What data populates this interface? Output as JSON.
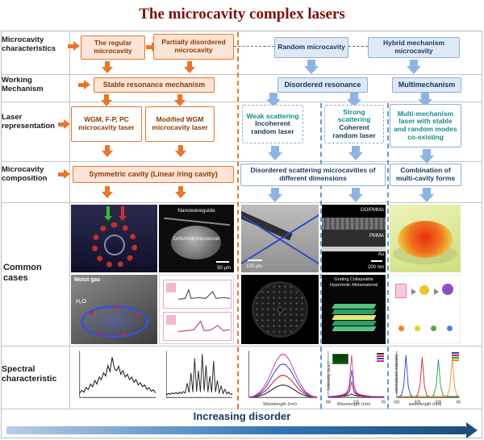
{
  "title": "The microcavity complex lasers",
  "rows": {
    "characteristics": "Microcavity characteristics",
    "mechanism": "Working Mechanism",
    "representation": "Laser representation",
    "composition": "Microcavity composition",
    "cases": "Common cases",
    "spectral": "Spectral characteristic"
  },
  "characteristics": {
    "regular": "The regular microcavity",
    "partial": "Partially disordered microcavity",
    "random": "Random microcavity",
    "hybrid": "Hybrid mechanism microcavity"
  },
  "mechanism": {
    "stable": "Stable resonance mechanism",
    "disordered": "Disordered resonance",
    "multi": "Multimechanism"
  },
  "representation": {
    "wgm": "WGM, F-P, PC microcavity laser",
    "modified": "Modified WGM microcavity laser",
    "weak_title": "Weak scattering",
    "weak_sub": "Incoherent random laser",
    "strong_title": "Strong scattering",
    "strong_sub": "Coherent random laser",
    "multi": "Multi-mechanism laser with stable and random modes co-existing"
  },
  "composition": {
    "symmetric": "Symmetric cavity (Linear /ring cavity)",
    "disordered": "Disordered scattering microcavities of different dimensions",
    "combination": "Combination of multi-cavity forms"
  },
  "cases": {
    "moist_gas": "Moist gas",
    "h2o": "H₂O",
    "nanowaveguide": "Nanowaveguide",
    "deformed": "Deformed microtoroid",
    "scale_50um": "50 μm",
    "scale_100um": "100 μm",
    "go_pmma": "GO/PMMA",
    "pmma": "PMMA",
    "au": "Au",
    "scale_200nm": "200 nm",
    "grating": "Grating Collapsable Hyperbolic Metamaterial"
  },
  "spectra": [
    {
      "series": [
        {
          "color": "#222222",
          "values": [
            0.1,
            0.16,
            0.12,
            0.22,
            0.18,
            0.3,
            0.24,
            0.38,
            0.3,
            0.46,
            0.4,
            0.55,
            0.48,
            0.72,
            0.58,
            0.9,
            0.66,
            0.6,
            0.7,
            0.52,
            0.6,
            0.46,
            0.52,
            0.4,
            0.46,
            0.34,
            0.4,
            0.28,
            0.33,
            0.24,
            0.28,
            0.18,
            0.22,
            0.14,
            0.17,
            0.1
          ]
        }
      ]
    },
    {
      "series": [
        {
          "color": "#222222",
          "values": [
            0.06,
            0.09,
            0.07,
            0.1,
            0.08,
            0.11,
            0.08,
            0.12,
            0.09,
            0.13,
            0.1,
            0.32,
            0.11,
            0.55,
            0.12,
            0.88,
            0.13,
            0.6,
            0.12,
            0.97,
            0.14,
            0.72,
            0.12,
            0.48,
            0.11,
            0.82,
            0.12,
            0.38,
            0.1,
            0.26,
            0.09,
            0.18,
            0.08,
            0.12,
            0.07,
            0.08
          ]
        }
      ]
    },
    {
      "xlabel": "Wavelength (nm)",
      "series": [
        {
          "color": "#303030",
          "values": [
            0.0,
            0.01,
            0.01,
            0.02,
            0.04,
            0.06,
            0.09,
            0.13,
            0.17,
            0.21,
            0.25,
            0.27,
            0.28,
            0.27,
            0.25,
            0.21,
            0.17,
            0.13,
            0.09,
            0.06,
            0.04,
            0.02,
            0.01,
            0.01,
            0.0
          ]
        },
        {
          "color": "#d42020",
          "values": [
            0.01,
            0.01,
            0.02,
            0.04,
            0.07,
            0.11,
            0.16,
            0.23,
            0.3,
            0.38,
            0.44,
            0.48,
            0.5,
            0.48,
            0.44,
            0.38,
            0.3,
            0.23,
            0.16,
            0.11,
            0.07,
            0.04,
            0.02,
            0.01,
            0.01
          ]
        },
        {
          "color": "#3050d0",
          "values": [
            0.01,
            0.02,
            0.03,
            0.06,
            0.1,
            0.16,
            0.24,
            0.34,
            0.45,
            0.57,
            0.66,
            0.73,
            0.75,
            0.73,
            0.66,
            0.57,
            0.45,
            0.34,
            0.24,
            0.16,
            0.1,
            0.06,
            0.03,
            0.02,
            0.01
          ]
        },
        {
          "color": "#d040c0",
          "values": [
            0.01,
            0.02,
            0.04,
            0.08,
            0.13,
            0.21,
            0.32,
            0.44,
            0.59,
            0.73,
            0.86,
            0.94,
            0.97,
            0.94,
            0.86,
            0.73,
            0.59,
            0.44,
            0.32,
            0.21,
            0.13,
            0.08,
            0.04,
            0.02,
            0.01
          ]
        }
      ]
    },
    {
      "xlabel": "Wavelength (nm)",
      "ylabel": "Intensity (a.u.)",
      "xticks": [
        "600",
        "625",
        "650"
      ],
      "series": [
        {
          "color": "#303030",
          "values": [
            0.02,
            0.02,
            0.02,
            0.02,
            0.02,
            0.02,
            0.03,
            0.03,
            0.04,
            0.05,
            0.08,
            0.05,
            0.04,
            0.03,
            0.03,
            0.02,
            0.02,
            0.02,
            0.02,
            0.02,
            0.02,
            0.02,
            0.02,
            0.02,
            0.02
          ]
        },
        {
          "color": "#d42020",
          "values": [
            0.02,
            0.02,
            0.02,
            0.02,
            0.03,
            0.03,
            0.04,
            0.05,
            0.07,
            0.12,
            0.35,
            0.12,
            0.07,
            0.05,
            0.04,
            0.03,
            0.03,
            0.02,
            0.02,
            0.02,
            0.02,
            0.02,
            0.02,
            0.02,
            0.02
          ]
        },
        {
          "color": "#3050d0",
          "values": [
            0.02,
            0.02,
            0.02,
            0.03,
            0.03,
            0.04,
            0.05,
            0.06,
            0.09,
            0.18,
            0.62,
            0.18,
            0.09,
            0.06,
            0.05,
            0.04,
            0.03,
            0.03,
            0.02,
            0.02,
            0.02,
            0.02,
            0.02,
            0.02,
            0.02
          ]
        },
        {
          "color": "#e020a0",
          "values": [
            0.02,
            0.02,
            0.03,
            0.03,
            0.04,
            0.05,
            0.06,
            0.08,
            0.12,
            0.28,
            0.95,
            0.28,
            0.12,
            0.08,
            0.06,
            0.05,
            0.04,
            0.03,
            0.03,
            0.02,
            0.02,
            0.02,
            0.02,
            0.02,
            0.02
          ]
        }
      ]
    },
    {
      "xlabel": "wavelength (nm)",
      "ylabel": "normalized intensity",
      "xticks": [
        "605",
        "620",
        "635",
        "650"
      ],
      "series": [
        {
          "color": "#2040d0",
          "values": [
            0.02,
            0.02,
            0.05,
            0.25,
            0.95,
            0.25,
            0.05,
            0.02,
            0.02,
            0.02,
            0.02,
            0.02,
            0.02,
            0.02,
            0.02,
            0.02,
            0.02,
            0.02,
            0.02,
            0.02,
            0.02,
            0.02,
            0.02,
            0.02,
            0.02,
            0.02,
            0.02,
            0.02
          ]
        },
        {
          "color": "#d42020",
          "values": [
            0.02,
            0.02,
            0.02,
            0.02,
            0.02,
            0.02,
            0.02,
            0.02,
            0.02,
            0.05,
            0.25,
            0.9,
            0.25,
            0.05,
            0.02,
            0.02,
            0.02,
            0.02,
            0.02,
            0.02,
            0.02,
            0.02,
            0.02,
            0.02,
            0.02,
            0.02,
            0.02,
            0.02
          ]
        },
        {
          "color": "#20a040",
          "values": [
            0.02,
            0.02,
            0.02,
            0.02,
            0.02,
            0.02,
            0.02,
            0.02,
            0.02,
            0.02,
            0.02,
            0.02,
            0.02,
            0.02,
            0.02,
            0.02,
            0.05,
            0.25,
            0.85,
            0.25,
            0.05,
            0.02,
            0.02,
            0.02,
            0.02,
            0.02,
            0.02,
            0.02
          ]
        },
        {
          "color": "#f09020",
          "values": [
            0.02,
            0.02,
            0.02,
            0.02,
            0.02,
            0.02,
            0.02,
            0.02,
            0.02,
            0.02,
            0.02,
            0.02,
            0.02,
            0.02,
            0.02,
            0.02,
            0.02,
            0.02,
            0.02,
            0.02,
            0.02,
            0.02,
            0.05,
            0.25,
            0.9,
            0.25,
            0.05,
            0.02
          ]
        }
      ]
    }
  ],
  "footer": {
    "label": "Increasing disorder"
  }
}
